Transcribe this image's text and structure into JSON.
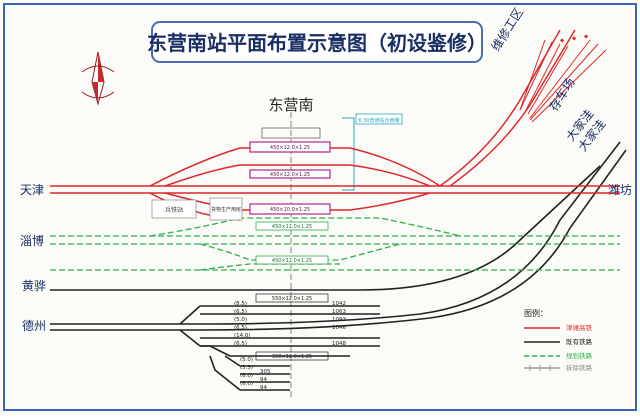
{
  "title": "东营南站平面布置示意图（初设鉴修）",
  "station_name": "东营南",
  "directions": {
    "tianjin": "天津",
    "weifang": "潍坊",
    "zibo": "淄博",
    "huangye": "黄骅",
    "dezhou": "德州",
    "depot": "维修工区",
    "storage": "存车场",
    "dajiawa_1": "大家洼",
    "dajiawa_2": "大家洼"
  },
  "labels": {
    "police": "兵铁站",
    "freight": "货物生产用房",
    "box_top": "6.30普通站台雨棚",
    "platform_1": "450×12.0×1.25",
    "platform_2": "450×12.0×1.25",
    "platform_3": "450×10.0×1.25",
    "platform_4": "450×12.0×1.25",
    "platform_5": "450×12.0×1.25",
    "platform_6": "350×12.0×1.25",
    "platform_7": "550×12.0×1.25",
    "tracks_lower": [
      "(8.5)",
      "(6.5)",
      "(5.0)",
      "(6.5)",
      "(14.0)",
      "(6.5)",
      "(5.0)",
      "(5.5)",
      "(6.0)",
      "(6.0)"
    ],
    "lengths_right": [
      "1042",
      "1063",
      "1093",
      "1046",
      "1048"
    ],
    "short_right": [
      "305",
      "94",
      "94"
    ]
  },
  "legend": {
    "title": "图例：",
    "items": [
      {
        "label": "津潍高铁",
        "color": "#e0262b",
        "style": "solid"
      },
      {
        "label": "既有铁路",
        "color": "#222222",
        "style": "solid"
      },
      {
        "label": "规划铁路",
        "color": "#2fae4a",
        "style": "dashed"
      },
      {
        "label": "拆除铁路",
        "color": "#8a8a8a",
        "style": "cross"
      }
    ]
  },
  "colors": {
    "highspeed": "#e0262b",
    "existing": "#222222",
    "planned": "#2fae4a",
    "platform": "#b0268f",
    "canopy": "#2aa7c8",
    "title_border": "#4a6db0",
    "frame": "#3a63b8"
  }
}
